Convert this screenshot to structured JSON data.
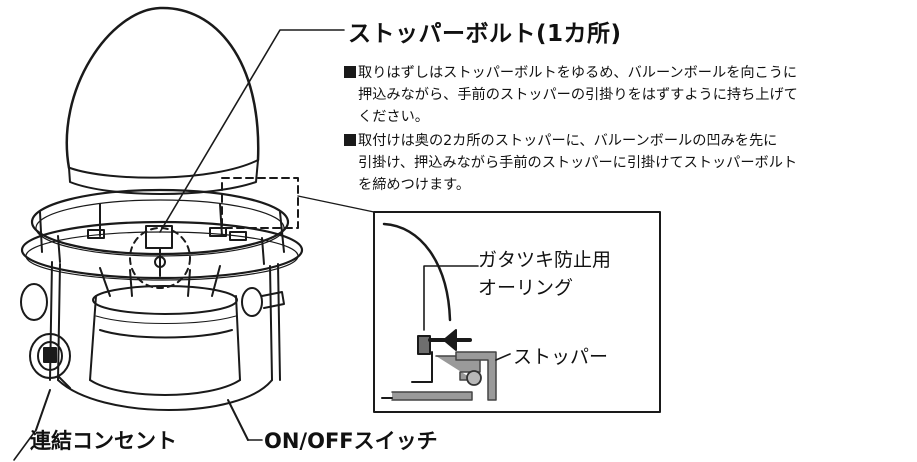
{
  "title_bolt": "ストッパーボルト(1カ所)",
  "notes": {
    "removal": [
      "■取りはずしはストッパーボルトをゆるめ、バルーンボールを向こうに",
      "押込みながら、手前のストッパーの引掛りをはずすように持ち上げて",
      "ください。"
    ],
    "attach": [
      "■取付けは奥の2カ所のストッパーに、バルーンボールの凹みを先に",
      "引掛け、押込みながら手前のストッパーに引掛けてストッパーボルト",
      "を締めつけます。"
    ]
  },
  "callouts": {
    "oring": [
      "ガタツキ防止用",
      "オーリング"
    ],
    "stopper": "ストッパー"
  },
  "labels": {
    "outlet": "連結コンセント",
    "switch": "ON/OFFスイッチ"
  },
  "colors": {
    "line": "#1a1a1a",
    "stopper_fill": "#9a9a9a",
    "oring_fill": "#6e6e6e"
  }
}
